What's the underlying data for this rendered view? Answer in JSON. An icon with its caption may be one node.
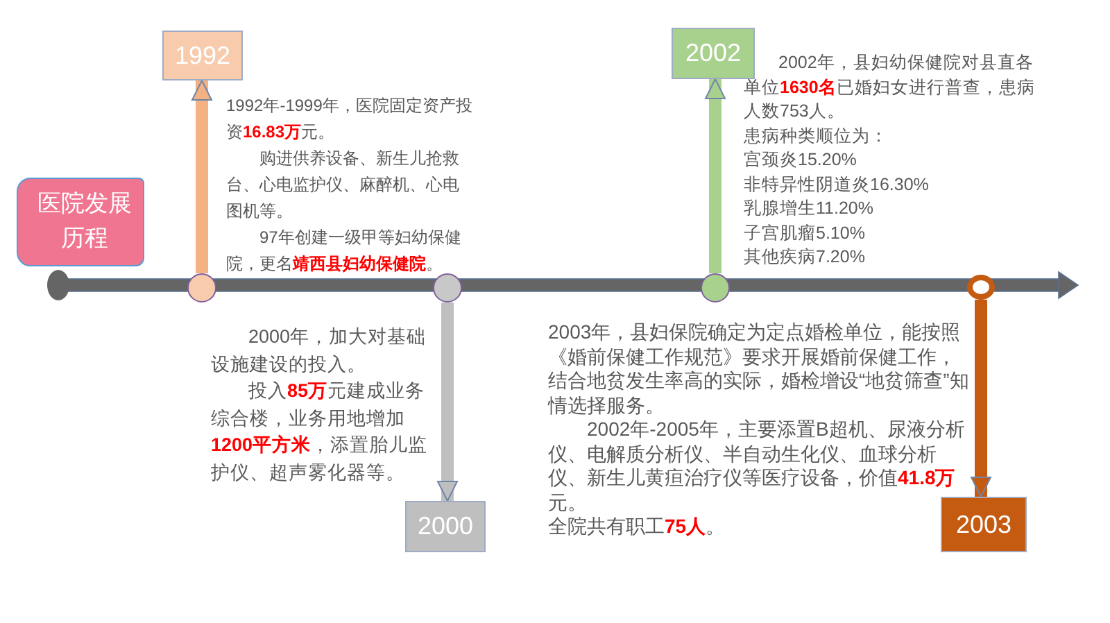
{
  "diagram": {
    "nodes": [
      {
        "text": [
          "医院发展历程"
        ]
      },
      {
        "text": [],
        "shape": "circle"
      },
      {
        "text": [
          "1992"
        ]
      },
      {
        "text": [],
        "shape": "circle"
      },
      {
        "text": [
          "2000"
        ]
      },
      {
        "text": [],
        "shape": "circle"
      },
      {
        "text": [
          "2002"
        ]
      },
      {
        "text": [],
        "shape": "circle"
      },
      {
        "text": [
          "2003"
        ]
      }
    ],
    "edges": [
      {
        "from": 1,
        "to": 2,
        "arrow": "to",
        "color": "#f4b183"
      },
      {
        "from": 3,
        "to": 4,
        "arrow": "to",
        "color": "#bfbfbf"
      },
      {
        "from": 5,
        "to": 6,
        "arrow": "to",
        "color": "#a9d18e"
      },
      {
        "from": 7,
        "to": 8,
        "arrow": "to",
        "color": "#c55a11"
      }
    ],
    "labels": [
      "1992年-1999年，医院固定资产投资**16.83万**元。",
      "购进供养设备、新生儿抢救台、心电监护仪、麻醉机、心电图机等。",
      "97年创建一级甲等妇幼保健院，更名**靖西县妇幼保健院**。",
      "2002年，县妇幼保健院对县直各单位**1630名**已婚妇女进行普查，患病人数753人。",
      "患病种类顺位为：",
      "宫颈炎15.20%",
      "非特异性阴道炎16.30%",
      "乳腺增生11.20%",
      "子宫肌瘤5.10%",
      "其他疾病7.20%",
      "2000年，加大对基础设施建设的投入。",
      "投入**85万**元建成业务综合楼，业务用地增加**1200平方米**，添置胎儿监护仪、超声雾化器等。",
      "2003年，县妇保院确定为定点婚检单位，能按照《婚前保健工作规范》要求开展婚前保健工作，结合地贫发生率高的实际，婚检增设“地贫筛查”知情选择服务。",
      "2002年-2005年，主要添置B超机、尿液分析仪、电解质分析仪、半自动生化仪、血球分析仪、新生儿黄疸治疗仪等医疗设备，价值**41.8万**元。",
      "全院共有职工**75人**。"
    ]
  }
}
